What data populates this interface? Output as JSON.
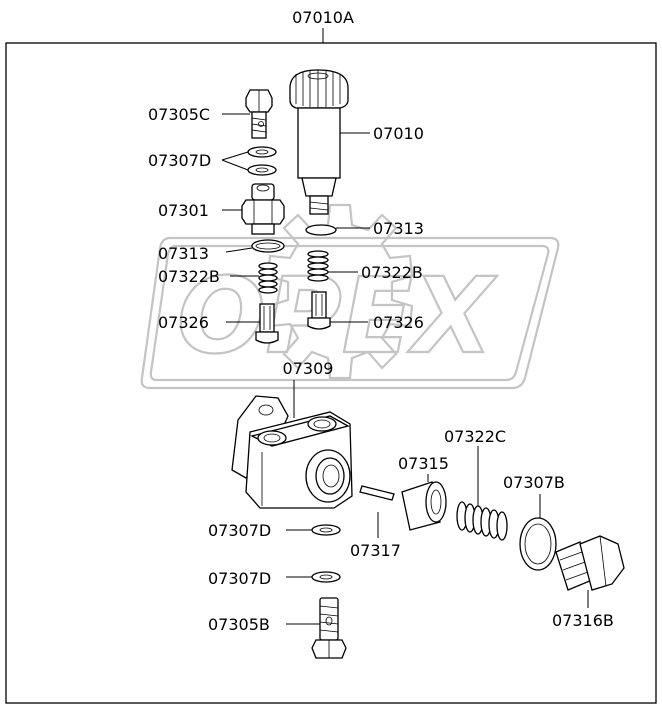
{
  "assembly_label": "07010A",
  "watermark": {
    "text": "OPEX",
    "color": "#c4c4c4"
  },
  "callouts": {
    "bolt_top": "07305C",
    "washers_top": "07307D",
    "fitting": "07301",
    "oring_left": "07313",
    "spring_left": "07322B",
    "valve_left": "07326",
    "pump_body": "07010",
    "oring_right": "07313",
    "spring_right": "07322B",
    "valve_right": "07326",
    "housing": "07309",
    "sleeve": "07315",
    "spring_c": "07322C",
    "gasket": "07307B",
    "washer_lower_1": "07307D",
    "pin": "07317",
    "washer_lower_2": "07307D",
    "bolt_bottom": "07305B",
    "plug": "07316B"
  }
}
